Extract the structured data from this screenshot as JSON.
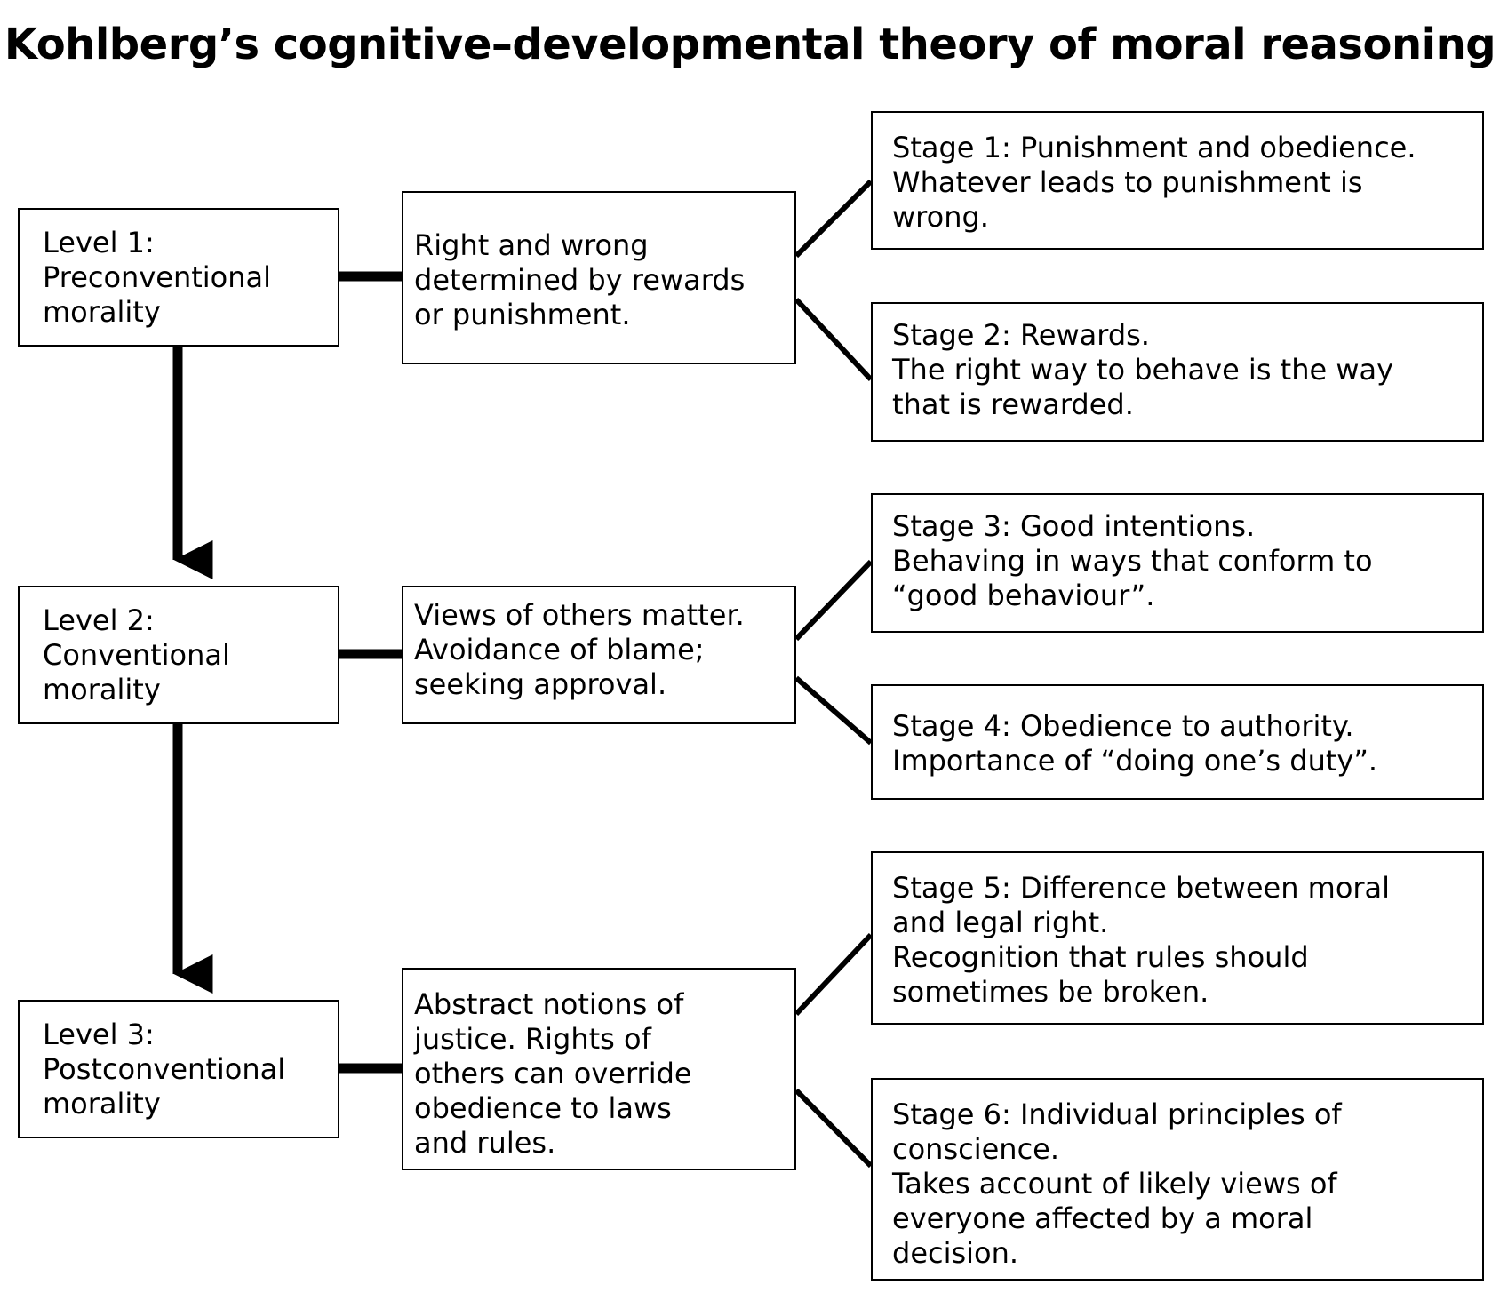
{
  "title": "Kohlberg’s cognitive–developmental theory of moral reasoning",
  "levels": [
    {
      "name": [
        "Level 1:",
        "Preconventional",
        "morality"
      ],
      "description": [
        "Right and wrong",
        "determined by rewards",
        "or punishment."
      ],
      "stages": [
        [
          "Stage 1: Punishment and obedience.",
          "Whatever leads to punishment is",
          "wrong."
        ],
        [
          "Stage 2: Rewards.",
          "The right way to behave is the way",
          "that is rewarded."
        ]
      ]
    },
    {
      "name": [
        "Level 2:",
        "Conventional",
        "morality"
      ],
      "description": [
        "Views of others matter.",
        "Avoidance of blame;",
        "seeking approval."
      ],
      "stages": [
        [
          "Stage 3: Good intentions.",
          "Behaving in ways that conform to",
          "“good behaviour”."
        ],
        [
          "Stage 4: Obedience to authority.",
          "Importance of “doing one’s duty”."
        ]
      ]
    },
    {
      "name": [
        "Level 3:",
        "Postconventional",
        "morality"
      ],
      "description": [
        "Abstract notions of",
        "justice. Rights of",
        "others can override",
        "obedience to laws",
        "and rules."
      ],
      "stages": [
        [
          "Stage 5: Difference between moral",
          "and legal right.",
          "Recognition that rules should",
          "sometimes be broken."
        ],
        [
          "Stage 6: Individual principles of",
          "conscience.",
          "Takes account of likely views of",
          "everyone affected by a moral",
          "decision."
        ]
      ]
    }
  ]
}
